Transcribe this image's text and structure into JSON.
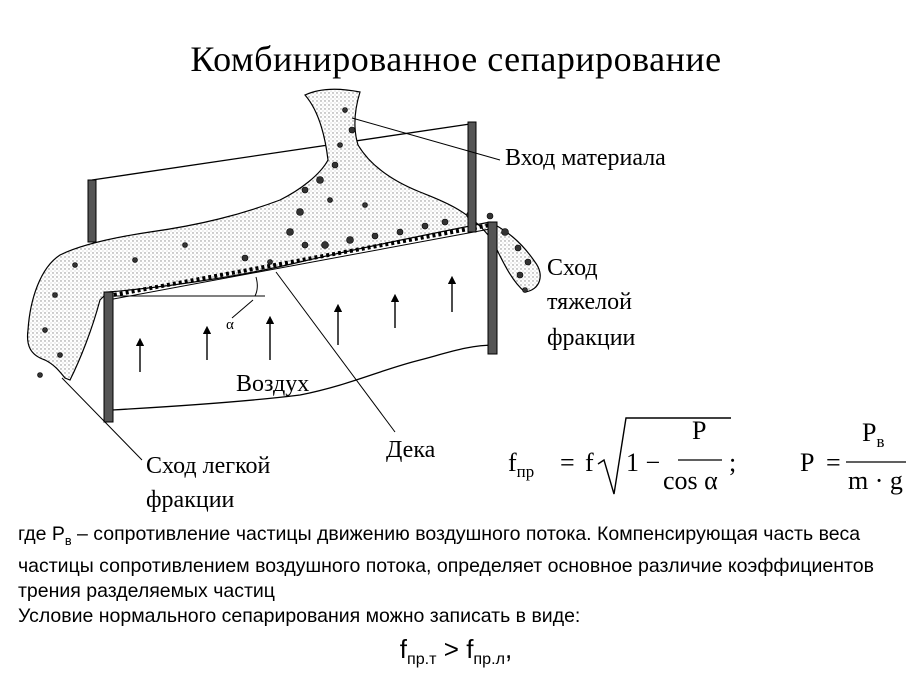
{
  "title": "Комбинированное  сепарирование",
  "labels": {
    "material_inlet": "Вход материала",
    "heavy_fraction": [
      "Сход",
      "тяжелой",
      "фракции"
    ],
    "light_fraction": [
      "Сход легкой",
      "фракции"
    ],
    "air": "Воздух",
    "deck": "Дека",
    "angle": "α"
  },
  "formula1": {
    "lhs": "f",
    "lhs_sub": "пр",
    "eq": "=",
    "f": "f",
    "one_minus": "1 −",
    "num": "P",
    "den": "cos α",
    "end": ";"
  },
  "formula2": {
    "lhs": "P",
    "eq": "=",
    "num": "P",
    "num_sub": "в",
    "den": "m · g"
  },
  "text": {
    "line1_pre": "где P",
    "line1_sub": "в",
    "line1_post": " – сопротивление частицы движению воздушного потока. Компенсирующая часть веса частицы сопротивлением воздушного потока, определяет основное различие коэффициентов трения разделяемых частиц",
    "line2": "Условие нормального сепарирования можно записать в виде:"
  },
  "condition": {
    "a": "f",
    "a_sub": "пр.т",
    "op": " > ",
    "b": "f",
    "b_sub": "пр.л",
    "end": ","
  }
}
